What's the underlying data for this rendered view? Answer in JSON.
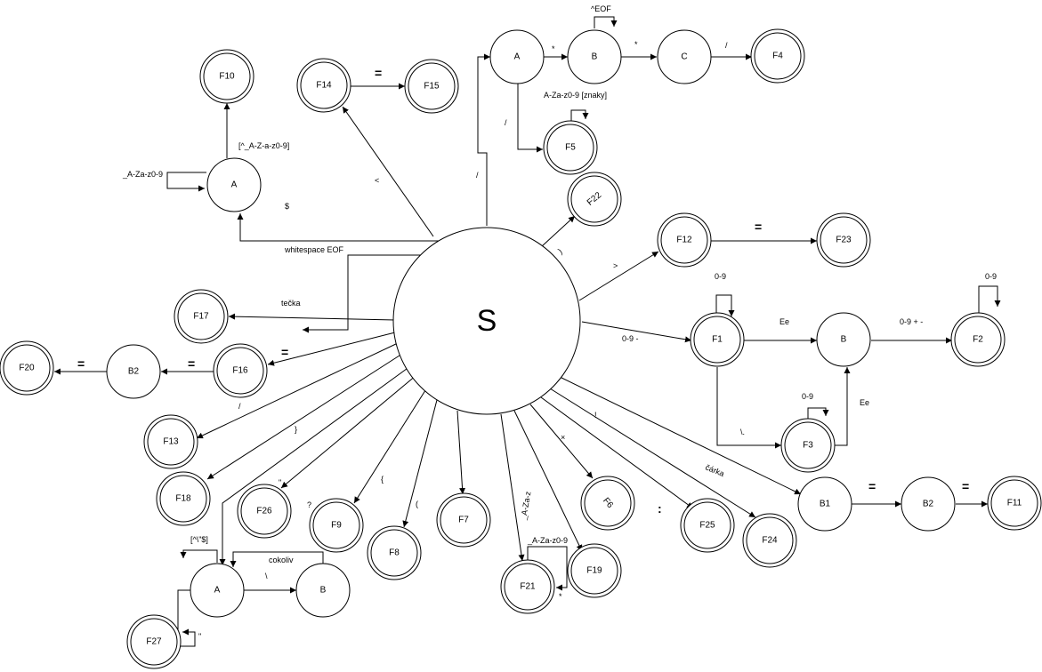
{
  "diagram": {
    "start_state": "S",
    "states": [
      {
        "id": "F10",
        "label": "F10",
        "final": true
      },
      {
        "id": "A1",
        "label": "A",
        "final": false
      },
      {
        "id": "F14",
        "label": "F14",
        "final": true
      },
      {
        "id": "F15",
        "label": "F15",
        "final": true
      },
      {
        "id": "A2",
        "label": "A",
        "final": false
      },
      {
        "id": "B2",
        "label": "B",
        "final": false
      },
      {
        "id": "C2",
        "label": "C",
        "final": false
      },
      {
        "id": "F4",
        "label": "F4",
        "final": true
      },
      {
        "id": "F5",
        "label": "F5",
        "final": true
      },
      {
        "id": "F22",
        "label": "F22",
        "final": true
      },
      {
        "id": "F12",
        "label": "F12",
        "final": true
      },
      {
        "id": "F23",
        "label": "F23",
        "final": true
      },
      {
        "id": "F1",
        "label": "F1",
        "final": true
      },
      {
        "id": "Bn",
        "label": "B",
        "final": false
      },
      {
        "id": "F2",
        "label": "F2",
        "final": true
      },
      {
        "id": "F3",
        "label": "F3",
        "final": true
      },
      {
        "id": "F17",
        "label": "F17",
        "final": true
      },
      {
        "id": "F16",
        "label": "F16",
        "final": true
      },
      {
        "id": "B2m",
        "label": "B2",
        "final": false
      },
      {
        "id": "F20",
        "label": "F20",
        "final": true
      },
      {
        "id": "F13",
        "label": "F13",
        "final": true
      },
      {
        "id": "F18",
        "label": "F18",
        "final": true
      },
      {
        "id": "F26",
        "label": "F26",
        "final": true
      },
      {
        "id": "F9",
        "label": "F9",
        "final": true
      },
      {
        "id": "F8",
        "label": "F8",
        "final": true
      },
      {
        "id": "F7",
        "label": "F7",
        "final": true
      },
      {
        "id": "F21",
        "label": "F21",
        "final": true
      },
      {
        "id": "F19",
        "label": "F19",
        "final": true
      },
      {
        "id": "F6",
        "label": "F6",
        "final": true
      },
      {
        "id": "F25",
        "label": "F25",
        "final": true
      },
      {
        "id": "F24",
        "label": "F24",
        "final": true
      },
      {
        "id": "B1r",
        "label": "B1",
        "final": false
      },
      {
        "id": "B2r",
        "label": "B2",
        "final": false
      },
      {
        "id": "F11",
        "label": "F11",
        "final": true
      },
      {
        "id": "As",
        "label": "A",
        "final": false
      },
      {
        "id": "Bs",
        "label": "B",
        "final": false
      },
      {
        "id": "F27",
        "label": "F27",
        "final": true
      }
    ],
    "edge_labels": {
      "a1_to_f10": "[^_A-Z-a-z0-9]",
      "a1_loop": "_A-Za-z0-9",
      "s_to_a1_dollar": "$",
      "whitespace_eof": "whitespace EOF",
      "s_to_f14": "<",
      "f14_to_f15": "=",
      "s_to_a2": "/",
      "a2_to_b2": "*",
      "b2_loop": "^EOF",
      "b2_to_c2": "*",
      "c2_to_f4": "/",
      "a2_to_f5": "/",
      "f5_loop": "A-Za-z0-9 [znaky]",
      "s_to_f22": ")",
      "s_to_f12": ">",
      "f12_to_f23": "=",
      "s_to_f1": "0-9 -",
      "f1_loop": "0-9",
      "f1_to_bn": "Ee",
      "bn_to_f2": "0-9 + -",
      "f2_loop": "0-9",
      "f1_to_f3": "\\.",
      "f3_loop": "0-9",
      "f3_to_bn": "Ee",
      "s_to_f17": "tečka",
      "s_to_f16": "=",
      "f16_to_b2m": "=",
      "b2m_to_f20": "=",
      "s_to_f13": "/",
      "s_to_f18": "}",
      "s_to_f26": "\"",
      "s_to_f9": "?",
      "s_to_f8": "{",
      "s_to_f7": "(",
      "s_to_f21": "_A-Za-z",
      "f21_loop": "_A-Za-z0-9",
      "f21_asterisk": "*",
      "s_to_f6": "×",
      "s_to_f25": ":",
      "s_to_f24": "!",
      "s_to_b1r": "čárka",
      "b1r_to_b2r": "=",
      "b2r_to_f11": "=",
      "as_loop": "[^\\\"$]",
      "bs_to_as": "cokoliv",
      "as_to_bs": "\\",
      "as_to_f27": "\""
    }
  }
}
